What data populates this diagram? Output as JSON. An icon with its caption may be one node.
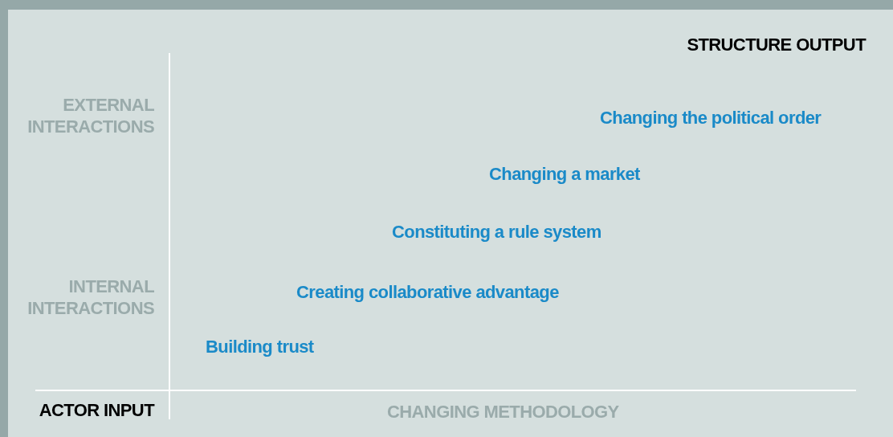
{
  "diagram": {
    "labels": [
      "STRUCTURE OUTPUT",
      "EXTERNAL INTERACTIONS",
      "Changing the political order",
      "Changing a market",
      "Constituting a rule system",
      "INTERNAL INTERACTIONS",
      "Creating collaborative advantage",
      "Building trust",
      "ACTOR INPUT",
      "CHANGING METHODOLOGY"
    ]
  }
}
